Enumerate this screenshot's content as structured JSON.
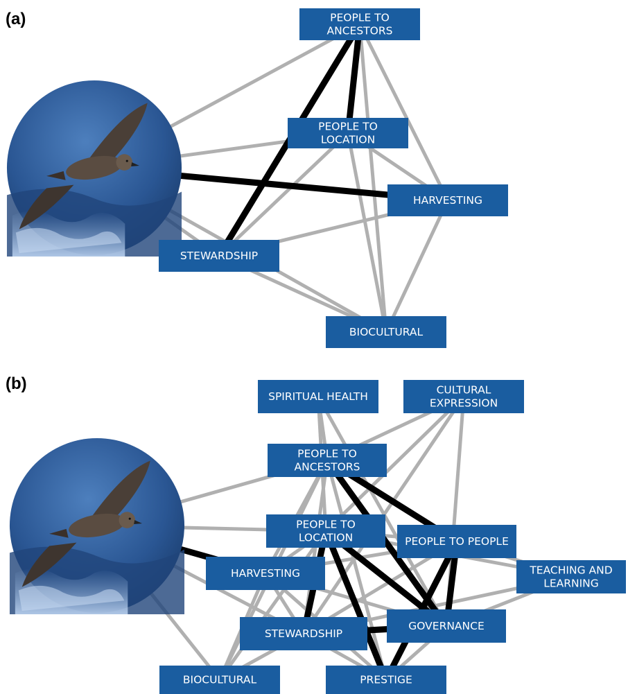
{
  "panels": [
    {
      "label": "(a)",
      "image": "petrel-bird-photo",
      "nodes": [
        {
          "id": "ancestors",
          "lines": [
            "PEOPLE TO",
            "ANCESTORS"
          ]
        },
        {
          "id": "location",
          "lines": [
            "PEOPLE TO",
            "LOCATION"
          ]
        },
        {
          "id": "harvesting",
          "lines": [
            "HARVESTING"
          ]
        },
        {
          "id": "stewardship",
          "lines": [
            "STEWARDSHIP"
          ]
        },
        {
          "id": "biocultural",
          "lines": [
            "BIOCULTURAL"
          ]
        }
      ],
      "edges": [
        {
          "from": "bird",
          "to": "ancestors",
          "strength": "weak"
        },
        {
          "from": "bird",
          "to": "location",
          "strength": "weak"
        },
        {
          "from": "bird",
          "to": "harvesting",
          "strength": "strong"
        },
        {
          "from": "bird",
          "to": "stewardship",
          "strength": "weak"
        },
        {
          "from": "bird",
          "to": "biocultural",
          "strength": "weak"
        },
        {
          "from": "ancestors",
          "to": "location",
          "strength": "strong"
        },
        {
          "from": "ancestors",
          "to": "stewardship",
          "strength": "strong"
        },
        {
          "from": "ancestors",
          "to": "harvesting",
          "strength": "weak"
        },
        {
          "from": "ancestors",
          "to": "biocultural",
          "strength": "weak"
        },
        {
          "from": "location",
          "to": "harvesting",
          "strength": "weak"
        },
        {
          "from": "location",
          "to": "stewardship",
          "strength": "weak"
        },
        {
          "from": "location",
          "to": "biocultural",
          "strength": "weak"
        },
        {
          "from": "stewardship",
          "to": "harvesting",
          "strength": "weak"
        },
        {
          "from": "stewardship",
          "to": "biocultural",
          "strength": "weak"
        },
        {
          "from": "harvesting",
          "to": "biocultural",
          "strength": "weak"
        }
      ]
    },
    {
      "label": "(b)",
      "image": "petrel-bird-photo",
      "nodes": [
        {
          "id": "spiritual",
          "lines": [
            "SPIRITUAL HEALTH"
          ]
        },
        {
          "id": "cultural",
          "lines": [
            "CULTURAL",
            "EXPRESSION"
          ]
        },
        {
          "id": "ancestors",
          "lines": [
            "PEOPLE TO",
            "ANCESTORS"
          ]
        },
        {
          "id": "location",
          "lines": [
            "PEOPLE TO",
            "LOCATION"
          ]
        },
        {
          "id": "people",
          "lines": [
            "PEOPLE TO PEOPLE"
          ]
        },
        {
          "id": "teaching",
          "lines": [
            "TEACHING AND",
            "LEARNING"
          ]
        },
        {
          "id": "harvesting",
          "lines": [
            "HARVESTING"
          ]
        },
        {
          "id": "governance",
          "lines": [
            "GOVERNANCE"
          ]
        },
        {
          "id": "stewardship",
          "lines": [
            "STEWARDSHIP"
          ]
        },
        {
          "id": "biocultural",
          "lines": [
            "BIOCULTURAL"
          ]
        },
        {
          "id": "prestige",
          "lines": [
            "PRESTIGE"
          ]
        }
      ],
      "edges": [
        {
          "from": "bird",
          "to": "harvesting",
          "strength": "strong"
        },
        {
          "from": "bird",
          "to": "ancestors",
          "strength": "weak"
        },
        {
          "from": "bird",
          "to": "location",
          "strength": "weak"
        },
        {
          "from": "bird",
          "to": "stewardship",
          "strength": "weak"
        },
        {
          "from": "bird",
          "to": "biocultural",
          "strength": "weak"
        },
        {
          "from": "spiritual",
          "to": "ancestors",
          "strength": "weak"
        },
        {
          "from": "spiritual",
          "to": "location",
          "strength": "weak"
        },
        {
          "from": "spiritual",
          "to": "governance",
          "strength": "weak"
        },
        {
          "from": "cultural",
          "to": "ancestors",
          "strength": "weak"
        },
        {
          "from": "cultural",
          "to": "location",
          "strength": "weak"
        },
        {
          "from": "cultural",
          "to": "stewardship",
          "strength": "weak"
        },
        {
          "from": "cultural",
          "to": "governance",
          "strength": "weak"
        },
        {
          "from": "ancestors",
          "to": "people",
          "strength": "strong"
        },
        {
          "from": "ancestors",
          "to": "governance",
          "strength": "strong"
        },
        {
          "from": "ancestors",
          "to": "harvesting",
          "strength": "weak"
        },
        {
          "from": "ancestors",
          "to": "stewardship",
          "strength": "weak"
        },
        {
          "from": "ancestors",
          "to": "biocultural",
          "strength": "weak"
        },
        {
          "from": "ancestors",
          "to": "prestige",
          "strength": "weak"
        },
        {
          "from": "location",
          "to": "governance",
          "strength": "strong"
        },
        {
          "from": "location",
          "to": "prestige",
          "strength": "strong"
        },
        {
          "from": "location",
          "to": "stewardship",
          "strength": "strong"
        },
        {
          "from": "location",
          "to": "people",
          "strength": "weak"
        },
        {
          "from": "location",
          "to": "harvesting",
          "strength": "weak"
        },
        {
          "from": "location",
          "to": "biocultural",
          "strength": "weak"
        },
        {
          "from": "people",
          "to": "prestige",
          "strength": "strong"
        },
        {
          "from": "people",
          "to": "governance",
          "strength": "strong"
        },
        {
          "from": "people",
          "to": "teaching",
          "strength": "weak"
        },
        {
          "from": "people",
          "to": "stewardship",
          "strength": "weak"
        },
        {
          "from": "people",
          "to": "harvesting",
          "strength": "weak"
        },
        {
          "from": "teaching",
          "to": "location",
          "strength": "weak"
        },
        {
          "from": "teaching",
          "to": "stewardship",
          "strength": "weak"
        },
        {
          "from": "teaching",
          "to": "governance",
          "strength": "weak"
        },
        {
          "from": "harvesting",
          "to": "stewardship",
          "strength": "weak"
        },
        {
          "from": "harvesting",
          "to": "governance",
          "strength": "weak"
        },
        {
          "from": "harvesting",
          "to": "biocultural",
          "strength": "weak"
        },
        {
          "from": "harvesting",
          "to": "prestige",
          "strength": "weak"
        },
        {
          "from": "governance",
          "to": "stewardship",
          "strength": "strong"
        },
        {
          "from": "governance",
          "to": "prestige",
          "strength": "weak"
        },
        {
          "from": "stewardship",
          "to": "biocultural",
          "strength": "weak"
        },
        {
          "from": "stewardship",
          "to": "prestige",
          "strength": "weak"
        }
      ]
    }
  ],
  "colors": {
    "node_fill": "#1a5da0",
    "node_text": "#ffffff",
    "weak_edge": "#b0b0b0",
    "strong_edge": "#000000",
    "water_dark": "#1c3f73",
    "water_light": "#3f6faa"
  }
}
